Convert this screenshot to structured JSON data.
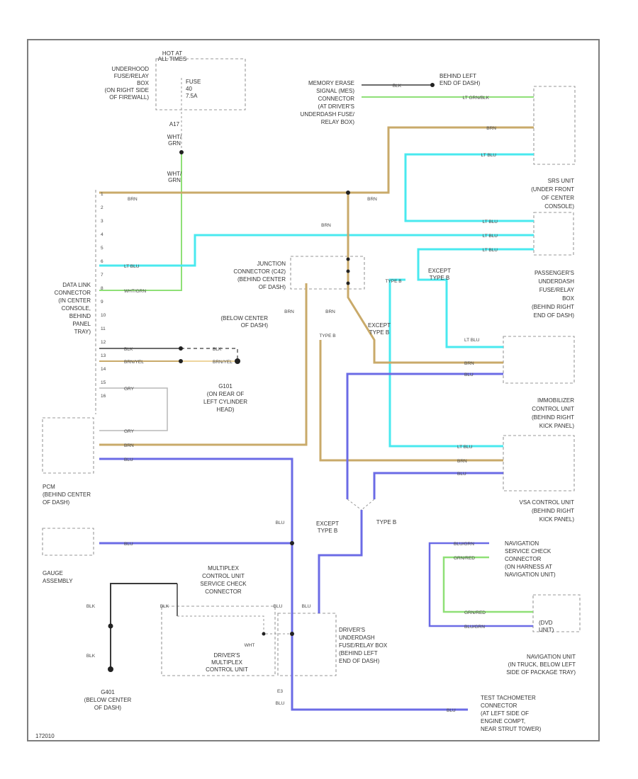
{
  "diagram_id": "172010",
  "colors": {
    "brn": "#c9aa6a",
    "ltblu": "#49e9ef",
    "blu": "#6b6be6",
    "ltgrn": "#8fe077",
    "blk": "#3b3b3b",
    "gry": "#b8b8b8",
    "orn": "#e8c77e"
  },
  "labels": {
    "hot_at": [
      "HOT AT",
      "ALL TIMES"
    ],
    "fuse": [
      "FUSE",
      "40",
      "7.5A"
    ],
    "underhood": [
      "UNDERHOOD",
      "FUSE/RELAY",
      "BOX",
      "(ON RIGHT SIDE",
      "OF FIREWALL)"
    ],
    "a17": "A17",
    "wht_grn": [
      "WHT/",
      "GRN"
    ],
    "memory_erase": [
      "MEMORY ERASE",
      "SIGNAL (MES)",
      "CONNECTOR",
      "(AT DRIVER'S",
      "UNDERDASH FUSE/",
      "RELAY BOX)"
    ],
    "behind_left_end": [
      "BEHIND LEFT",
      "END OF DASH)"
    ],
    "blk": "BLK",
    "ltgrn_blk": "LT GRN/BLK",
    "brn": "BRN",
    "ltblu": "LT BLU",
    "srs_unit": [
      "SRS UNIT",
      "(UNDER FRONT",
      "OF CENTER",
      "CONSOLE)"
    ],
    "junction_conn": [
      "JUNCTION",
      "CONNECTOR (C42)",
      "(BEHIND CENTER",
      "OF DASH)"
    ],
    "type_b": "TYPE B",
    "except_type_b": [
      "EXCEPT",
      "TYPE B"
    ],
    "pass_underdash": [
      "PASSENGER'S",
      "UNDERDASH",
      "FUSE/RELAY",
      "BOX",
      "(BEHIND RIGHT",
      "END OF DASH)"
    ],
    "data_link": [
      "DATA LINK",
      "CONNECTOR",
      "(IN CENTER",
      "CONSOLE,",
      "BEHIND",
      "PANEL",
      "TRAY)"
    ],
    "wht_grn_pin": "WHT/GRN",
    "brn_yel": "BRN/YEL",
    "gry": "GRY",
    "g101": [
      "G101",
      "(ON REAR OF",
      "LEFT CYLINDER",
      "HEAD)"
    ],
    "below_center": [
      "(BELOW CENTER",
      "OF DASH)"
    ],
    "immob": [
      "IMMOBILIZER",
      "CONTROL UNIT",
      "(BEHIND RIGHT",
      "KICK PANEL)"
    ],
    "vsa": [
      "VSA CONTROL UNIT",
      "(BEHIND RIGHT",
      "KICK PANEL)"
    ],
    "pcm": [
      "PCM",
      "(BEHIND CENTER",
      "OF DASH)"
    ],
    "gauge": [
      "GAUGE",
      "ASSEMBLY"
    ],
    "blu": "BLU",
    "type_b_short": "TYPE B",
    "nav_check": [
      "NAVIGATION",
      "SERVICE CHECK",
      "CONNECTOR",
      "(ON HARNESS AT",
      "NAVIGATION UNIT)"
    ],
    "blu_grn": "BLU/GRN",
    "grn_red": "GRN/RED",
    "dvd_unit": [
      "(DVD",
      "UNIT)"
    ],
    "nav_unit": [
      "NAVIGATION UNIT",
      "(IN TRUCK, BELOW LEFT",
      "SIDE OF PACKAGE TRAY)"
    ],
    "mux_check": [
      "MULTIPLEX",
      "CONTROL UNIT",
      "SERVICE CHECK",
      "CONNECTOR"
    ],
    "drivers_mux": [
      "DRIVER'S",
      "MULTIPLEX",
      "CONTROL UNIT"
    ],
    "wht": "WHT",
    "drivers_underdash": [
      "DRIVER'S",
      "UNDERDASH",
      "FUSE/RELAY BOX",
      "(BEHIND LEFT",
      "END OF DASH)"
    ],
    "g401": [
      "G401",
      "(BELOW CENTER",
      "OF DASH)"
    ],
    "e3": "E3",
    "test_tach": [
      "TEST TACHOMETER",
      "CONNECTOR",
      "(AT LEFT SIDE OF",
      "ENGINE COMPT,",
      "NEAR STRUT TOWER)"
    ],
    "pin_numbers": [
      "1",
      "2",
      "3",
      "4",
      "5",
      "6",
      "7",
      "8",
      "9",
      "10",
      "11",
      "12",
      "13",
      "14",
      "15",
      "16"
    ]
  }
}
